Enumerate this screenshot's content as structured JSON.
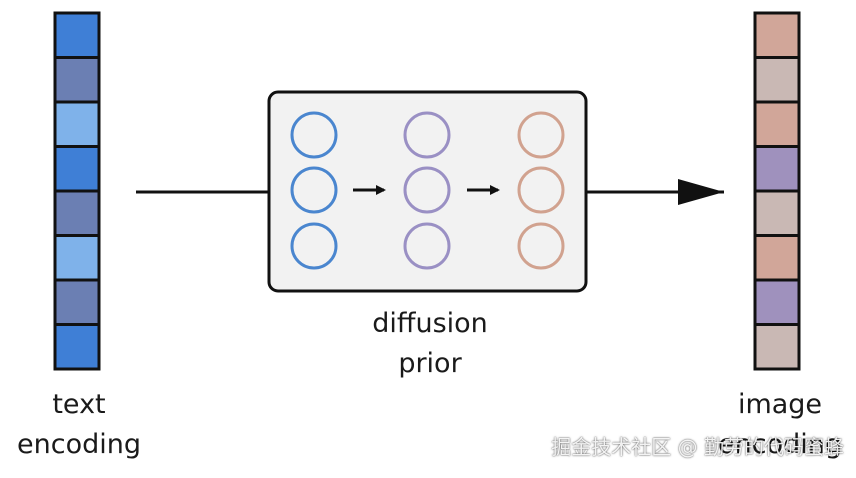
{
  "diagram": {
    "input_label": [
      "text",
      "encoding"
    ],
    "prior_label": [
      "diffusion",
      "prior"
    ],
    "output_label": [
      "image",
      "encoding"
    ],
    "colors": {
      "text_cells": [
        "#3f7fd6",
        "#6b7fb3",
        "#7fb2ea",
        "#3f7fd6",
        "#6b7fb3",
        "#7fb2ea",
        "#6b7fb3",
        "#3f7fd6"
      ],
      "image_cells": [
        "#d1a699",
        "#c9b8b4",
        "#d1a699",
        "#9f91bd",
        "#c9b8b4",
        "#d1a699",
        "#9f91bd",
        "#c9b8b4"
      ],
      "node_columns": [
        "#4a86cf",
        "#9a90c4",
        "#d1a28f"
      ],
      "box_fill": "#f2f2f2",
      "stroke": "#111111"
    }
  },
  "watermark": "掘金技术社区 @ 勤劳的代码蜜蜂"
}
